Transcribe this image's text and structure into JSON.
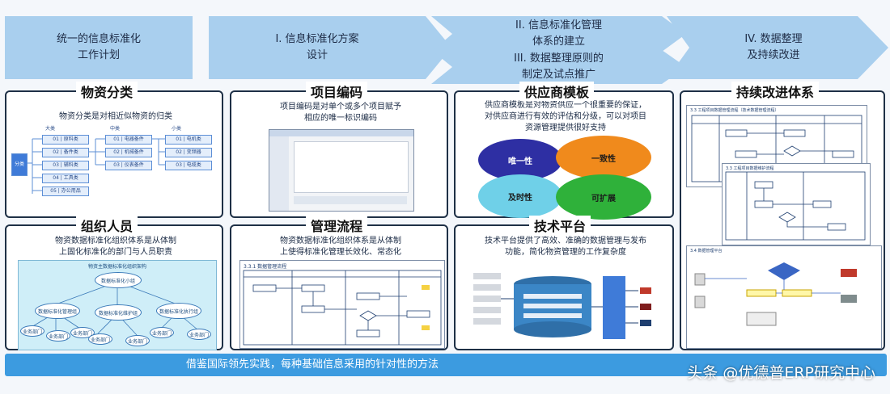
{
  "phases": [
    {
      "label": "统一的信息标准化\n工作计划"
    },
    {
      "label": "I. 信息标准化方案\n设计"
    },
    {
      "label": "II. 信息标准化管理\n体系的建立"
    },
    {
      "label": "III. 数据整理原则的\n制定及试点推广"
    },
    {
      "label": "IV. 数据整理\n及持续改进"
    }
  ],
  "panels": {
    "material": {
      "title": "物资分类",
      "desc": "物资分类是对相近似物资的归类",
      "root": "分类",
      "col_headers": [
        "大类",
        "中类",
        "小类"
      ],
      "level1": [
        "01 | 原料类",
        "02 | 备件类",
        "03 | 辅料类",
        "04 | 工具类",
        "05 | 办公用品"
      ],
      "level2": [
        "01 | 电器备件",
        "02 | 机械备件",
        "03 | 仪表备件"
      ],
      "level3": [
        "01 | 电机类",
        "02 | 变频器",
        "03 | 电缆类"
      ]
    },
    "coding": {
      "title": "项目编码",
      "desc": "项目编码是对单个或多个项目赋予\n相应的唯一标识编码"
    },
    "supplier": {
      "title": "供应商模板",
      "desc": "供应商模板是对物资供应一个很重要的保证，\n对供应商进行有效的评估和分级，可以对项目\n资源管理提供很好支持",
      "blobs": [
        "唯一性",
        "一致性",
        "及时性",
        "可扩展"
      ]
    },
    "improve": {
      "title": "持续改进体系",
      "shot_titles": [
        "3.3 工程项目数据管理流程（技术数据管理流程）",
        "3.3 工程项目数据维护流程",
        "3.4 数据管理平台"
      ]
    },
    "org": {
      "title": "组织人员",
      "desc": "物资数据标准化组织体系是从体制\n上固化标准化的部门与人员职责",
      "chart_title": "物资主数据标准化组织架构",
      "root": "数据标准化小组",
      "mid": [
        "数据标准化管理组",
        "数据标准化维护组",
        "数据标准化执行组"
      ],
      "leaf": "业务部门"
    },
    "process": {
      "title": "管理流程",
      "desc": "物资数据标准化组织体系是从体制\n上使得标准化管理长效化、常态化",
      "shot_title": "3.3.1 数据管理流程"
    },
    "platform": {
      "title": "技术平台",
      "desc": "技术平台提供了高效、准确的数据管理与发布\n功能，简化物资管理的工作复杂度"
    }
  },
  "footer": {
    "text": "借鉴国际领先实践，每种基础信息采用的针对性的方法"
  },
  "watermark": {
    "text": "头条 @优德普ERP研究中心"
  },
  "colors": {
    "arrow": "#a9cfee",
    "bar": "#3c9be0",
    "blob_purple": "#2e2fa3",
    "blob_orange": "#f08a1c",
    "blob_cyan": "#6fd0e8",
    "blob_green": "#2fb13a"
  }
}
